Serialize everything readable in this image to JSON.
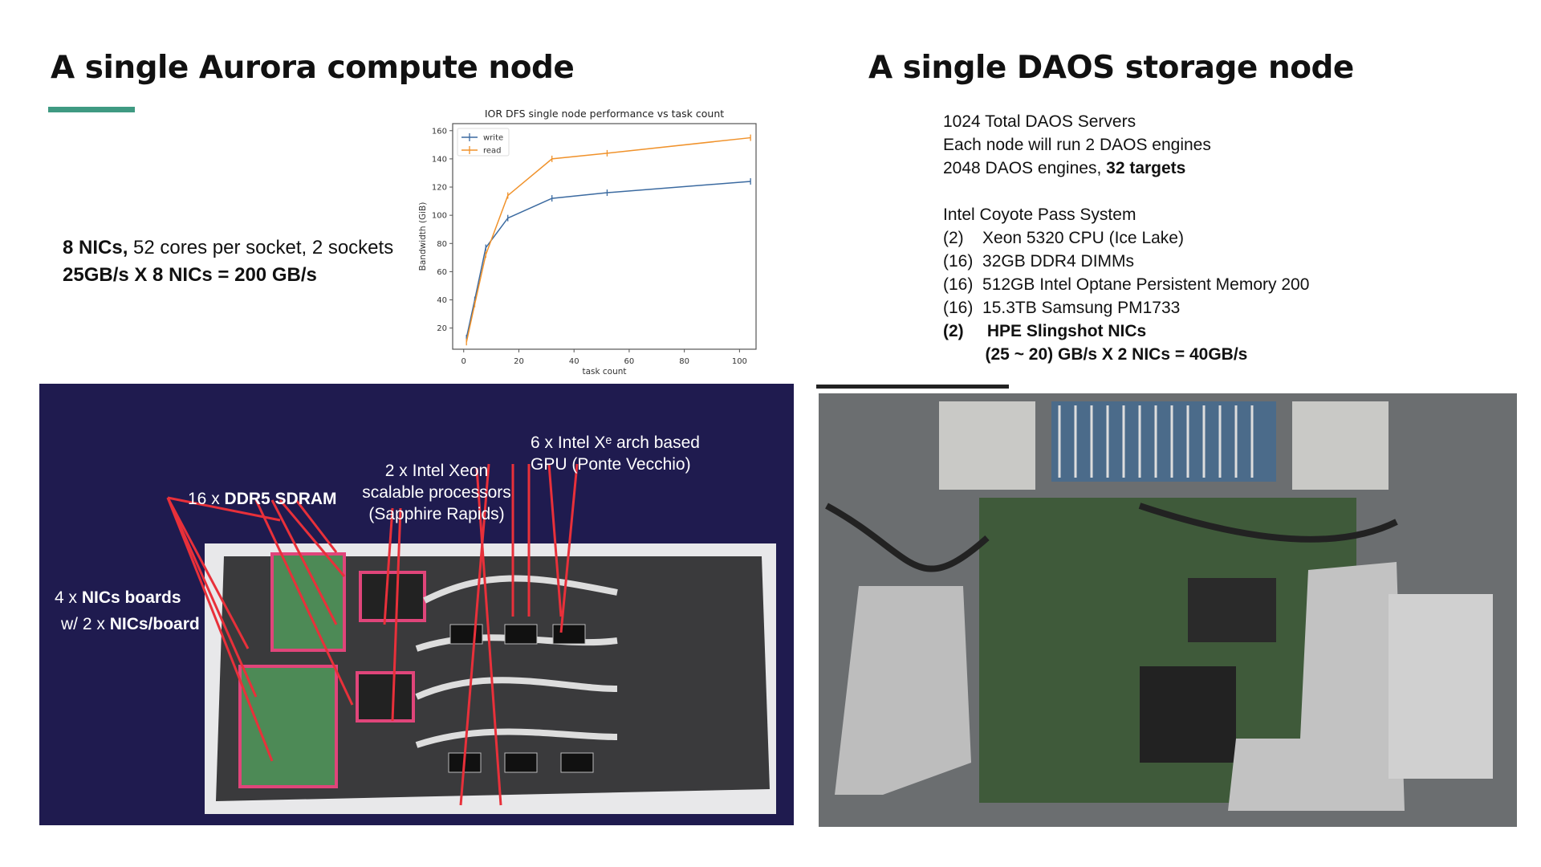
{
  "left": {
    "title": "A single Aurora compute node",
    "line1_bold": "8 NICs,",
    "line1_rest": " 52 cores per socket, 2 sockets",
    "line2": "25GB/s X 8 NICs = 200 GB/s",
    "photo_labels": {
      "gpu1": "6 x Intel Xᵉ arch based",
      "gpu2": "GPU (Ponte Vecchio)",
      "cpu1": "2 x Intel Xeon",
      "cpu2": "scalable processors",
      "cpu3": "(Sapphire Rapids)",
      "ddr_pre": "16 x ",
      "ddr_bold": "DDR5 SDRAM",
      "nic1_pre": "4 x ",
      "nic1_bold": "NICs boards",
      "nic2_pre": "w/ 2 x ",
      "nic2_bold": "NICs/board"
    }
  },
  "right": {
    "title": "A single DAOS storage node",
    "lines": [
      "1024 Total DAOS Servers",
      "Each node will run 2 DAOS engines"
    ],
    "line3": "2048 DAOS engines, ",
    "line3_bold": "32 targets",
    "system": "Intel Coyote Pass System",
    "specs": [
      "(2)    Xeon 5320 CPU (Ice Lake)",
      "(16)  32GB DDR4 DIMMs",
      "(16)  512GB Intel Optane Persistent Memory 200",
      "(16)  15.3TB Samsung PM1733"
    ],
    "nic_line": "(2)     HPE Slingshot NICs",
    "nic_calc": "         (25 ~ 20) GB/s X 2 NICs = 40GB/s"
  },
  "chart_data": {
    "type": "line",
    "title": "IOR DFS single node performance vs task count",
    "xlabel": "task count",
    "ylabel": "Bandwidth (GiB)",
    "x": [
      1,
      4,
      8,
      16,
      32,
      52,
      104
    ],
    "series": [
      {
        "name": "write",
        "color": "#3b6aa0",
        "values": [
          13,
          40,
          77,
          98,
          112,
          116,
          124
        ]
      },
      {
        "name": "read",
        "color": "#f0922b",
        "values": [
          10,
          37,
          72,
          114,
          140,
          144,
          155
        ]
      }
    ],
    "xlim": [
      -4,
      106
    ],
    "ylim": [
      5,
      165
    ],
    "xticks": [
      0,
      20,
      40,
      60,
      80,
      100
    ],
    "yticks": [
      20,
      40,
      60,
      80,
      100,
      120,
      140,
      160
    ],
    "legend": "top-left",
    "grid": false
  }
}
